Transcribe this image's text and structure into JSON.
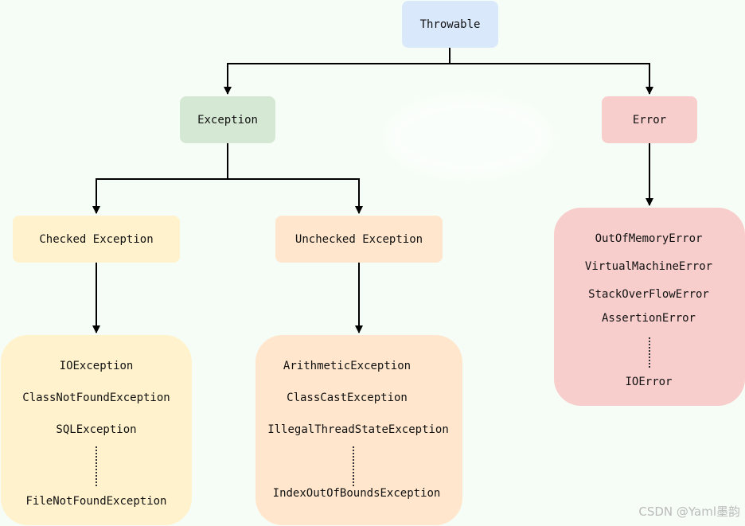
{
  "nodes": {
    "throwable": "Throwable",
    "exception": "Exception",
    "error": "Error",
    "checked": "Checked Exception",
    "unchecked": "Unchecked Exception"
  },
  "lists": {
    "checked": [
      "IOException",
      "ClassNotFoundException",
      "SQLException",
      "FileNotFoundException"
    ],
    "unchecked": [
      "ArithmeticException",
      "ClassCastException",
      "IllegalThreadStateException",
      "IndexOutOfBoundsException"
    ],
    "error": [
      "OutOfMemoryError",
      "VirtualMachineError",
      "StackOverFlowError",
      "AssertionError",
      "IOError"
    ]
  },
  "colors": {
    "throwable": "#dae8fc",
    "exception": "#d5e8d4",
    "error": "#f8cecc",
    "checked": "#fff2cc",
    "unchecked": "#ffe6cc",
    "background": "#f6fdf6",
    "connector": "#000000"
  },
  "watermark": "CSDN @Yaml墨韵"
}
